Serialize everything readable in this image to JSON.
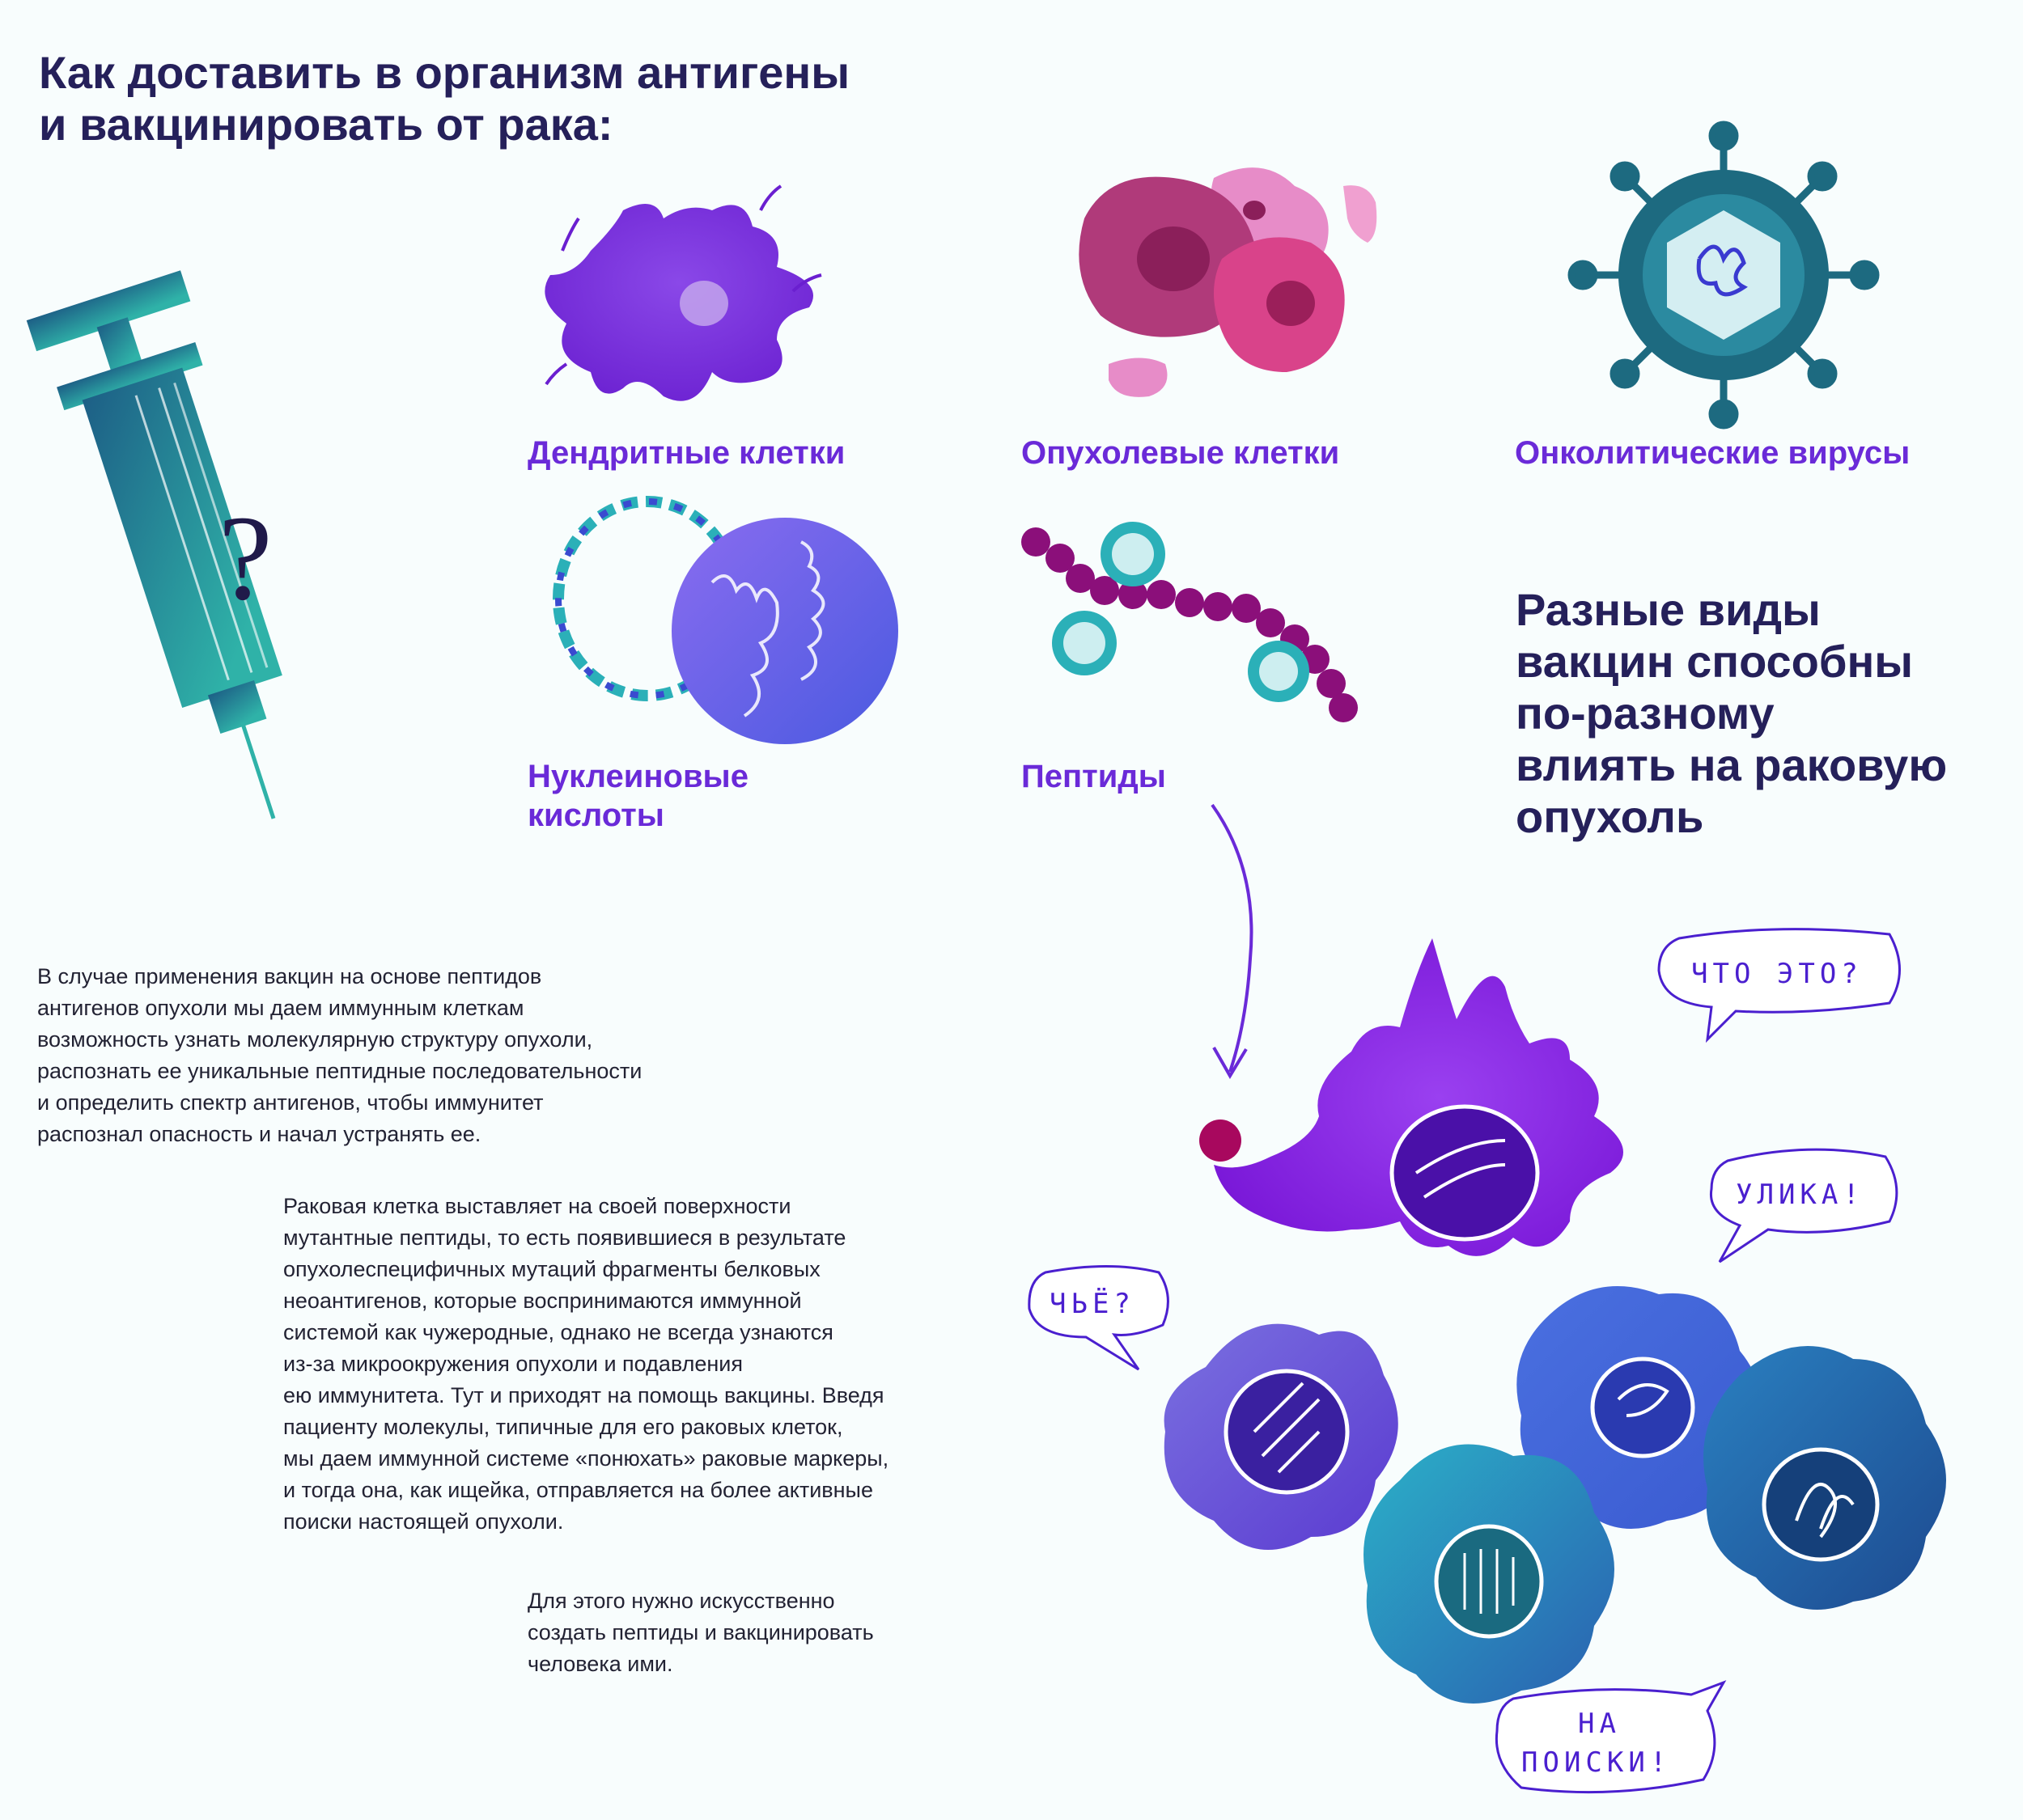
{
  "title": "Как доставить в организм антигены\nи вакцинировать от рака:",
  "syringe": {
    "mark": "?"
  },
  "vaccine_types": {
    "dendritic": "Дендритные клетки",
    "tumor": "Опухолевые клетки",
    "oncolytic": "Онколитические вирусы",
    "nucleic": "Нуклеиновые\nкислоты",
    "peptides": "Пептиды"
  },
  "side_heading": "Разные виды\nвакцин способны\nпо-разному\nвлиять на раковую\nопухоль",
  "paragraphs": {
    "p1": "В случае применения вакцин на основе пептидов\nантигенов опухоли мы даем иммунным клеткам\nвозможность узнать молекулярную структуру опухоли,\nраспознать ее уникальные пептидные последовательности\nи определить спектр антигенов, чтобы иммунитет\nраспознал опасность и начал устранять ее.",
    "p2": "Раковая клетка выставляет на своей поверхности\nмутантные пептиды, то есть появившиеся в результате\nопухолеспецифичных мутаций фрагменты белковых\nнеоантигенов, которые воспринимаются иммунной\nсистемой как чужеродные, однако не всегда узнаются\nиз-за микроокружения опухоли и подавления\nею иммунитета. Тут и приходят на помощь вакцины. Введя\nпациенту молекулы, типичные для его раковых клеток,\nмы даем иммунной системе «понюхать» раковые маркеры,\nи тогда она, как ищейка, отправляется на более активные\nпоиски настоящей опухоли.",
    "p3": "Для этого нужно искусственно\nсоздать пептиды и вакцинировать\nчеловека ими."
  },
  "speech_bubbles": {
    "what": "ЧТО ЭТО?",
    "evidence": "УЛИКА!",
    "whose": "ЧЬЁ?",
    "search_line1": "НА",
    "search_line2": "ПОИСКИ!"
  },
  "colors": {
    "title": "#25205a",
    "label": "#6a2ad8",
    "dendritic": "#7a2de0",
    "tumor": "#b03a7a",
    "virus": "#1d6a80",
    "teal": "#2bb0b8",
    "bubble_ink": "#4a1fcf"
  }
}
